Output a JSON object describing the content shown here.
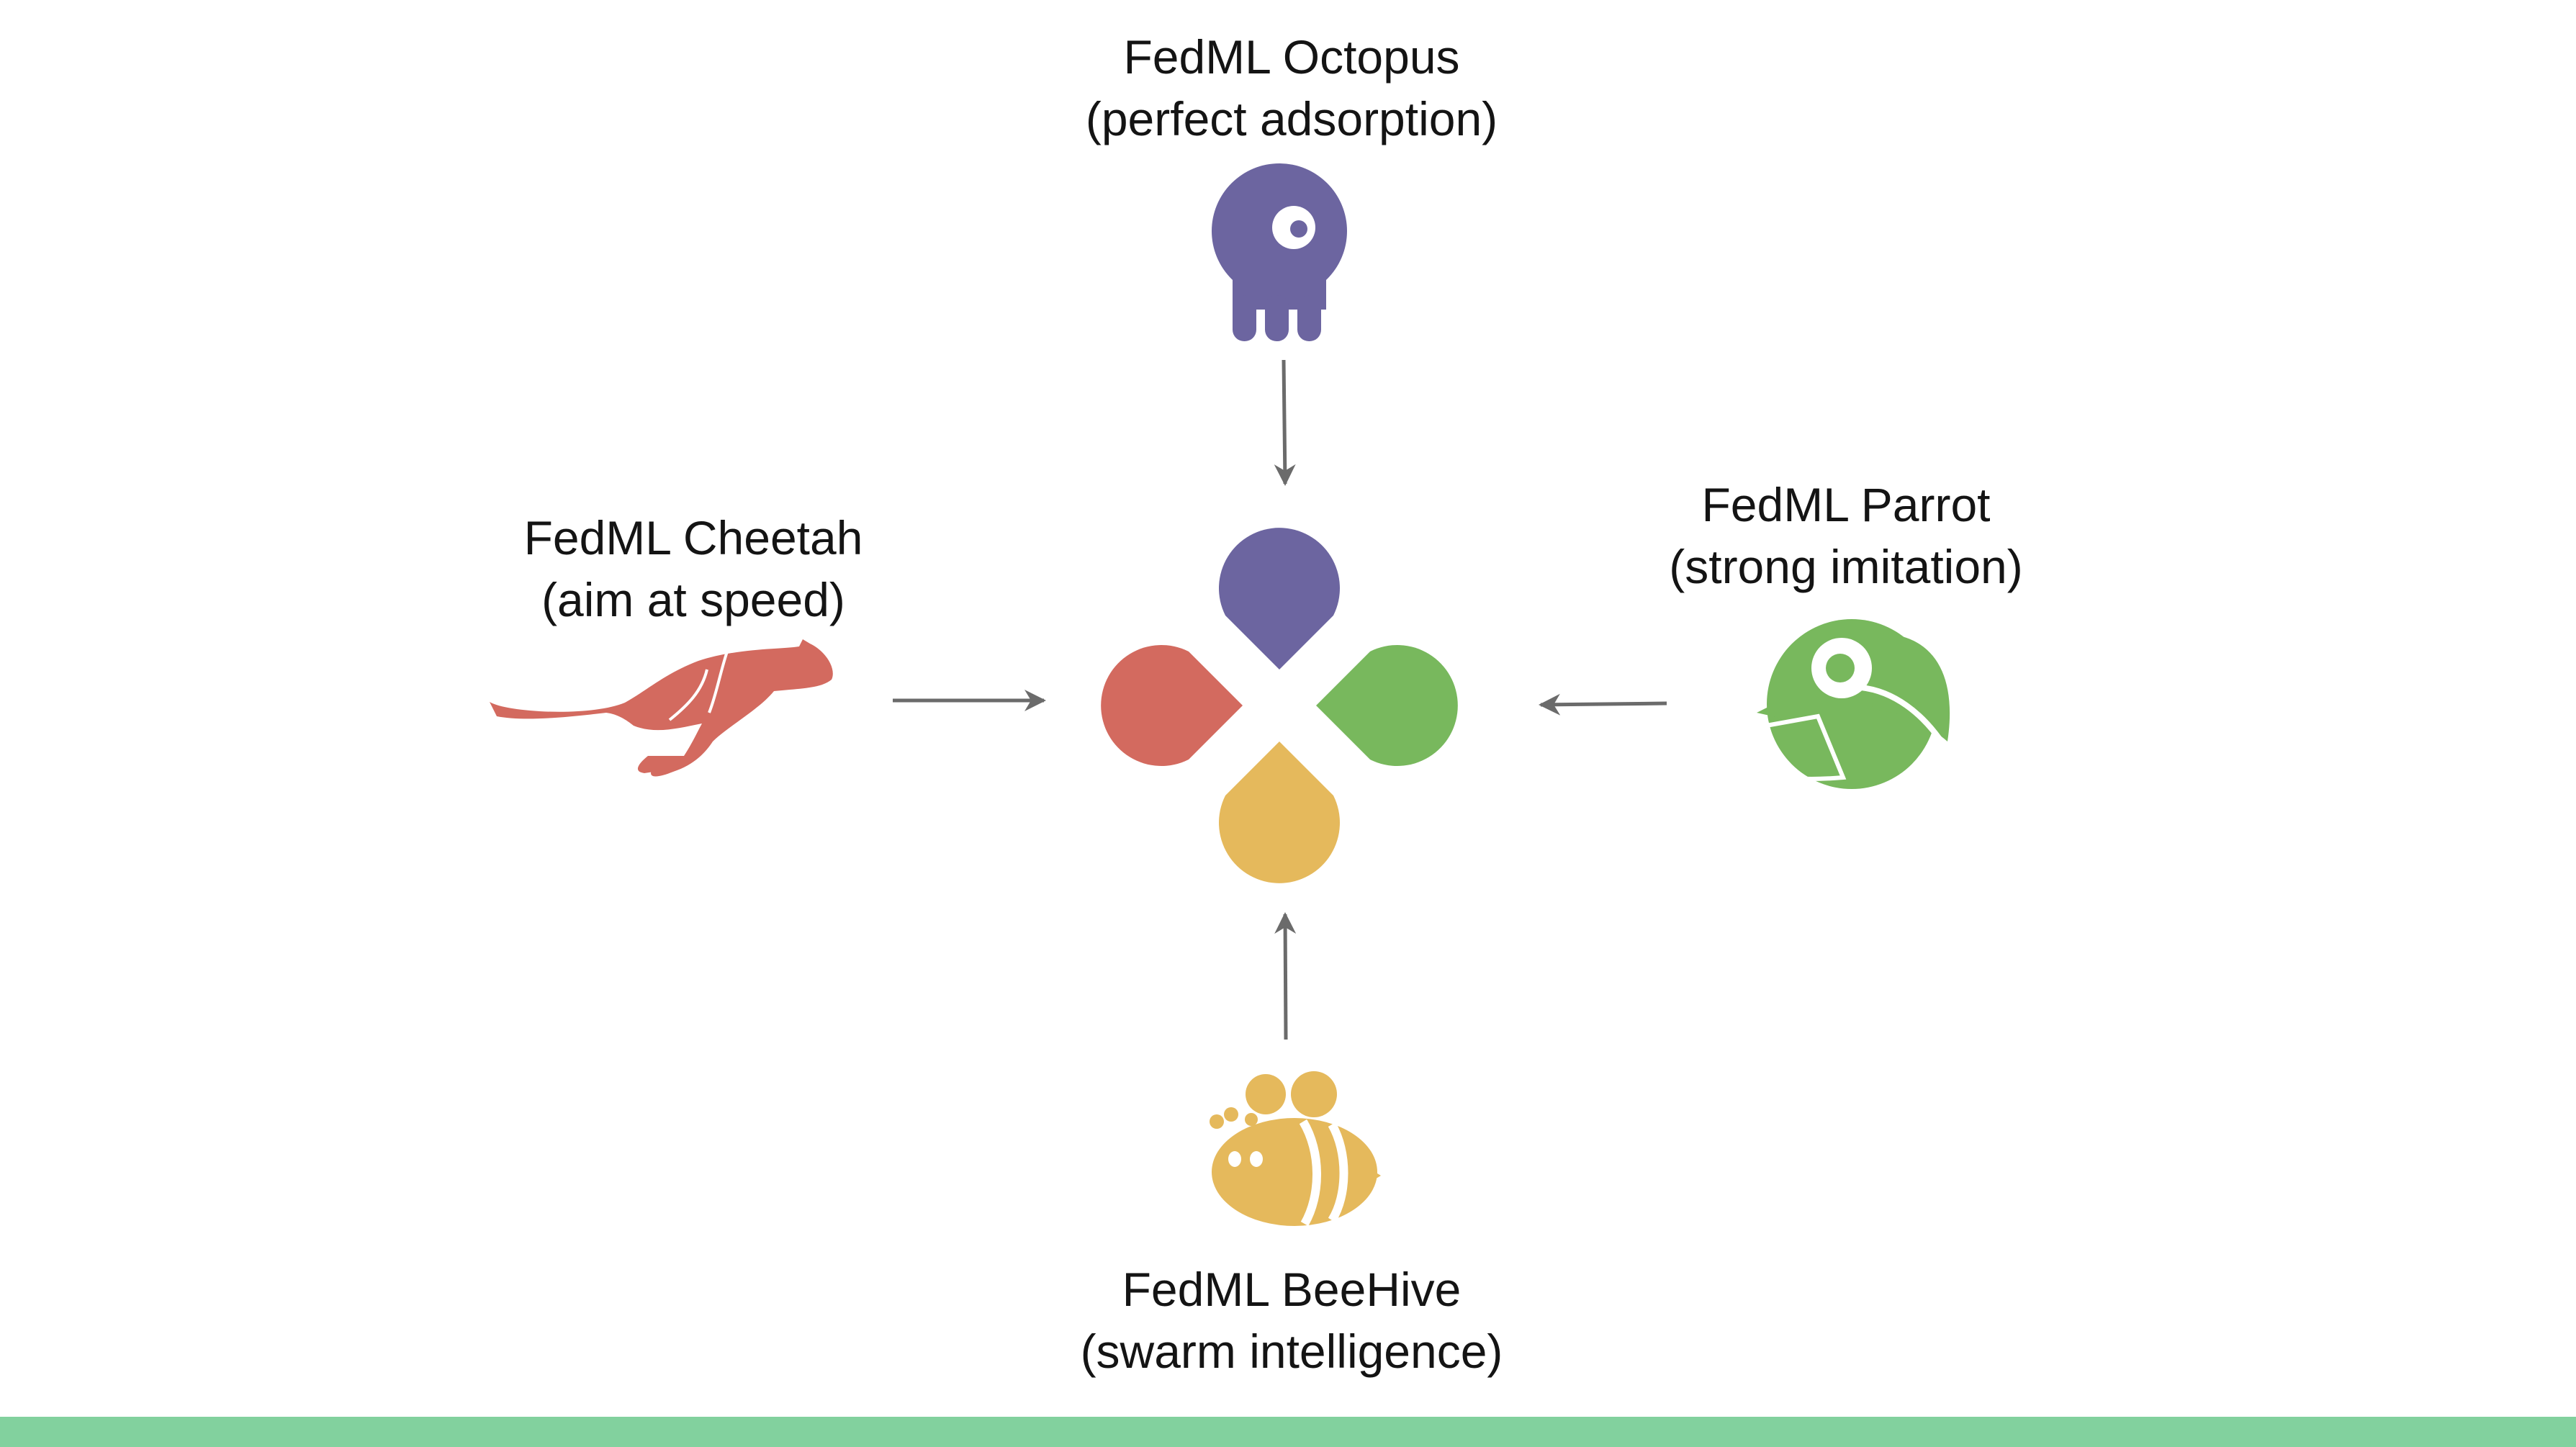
{
  "colors": {
    "octopus": "#6c65a0",
    "cheetah": "#d36a5f",
    "parrot": "#78b85d",
    "beehive": "#e5b95c",
    "arrow": "#6b6b6b",
    "bar": "#82d19e"
  },
  "nodes": {
    "octopus": {
      "title": "FedML Octopus",
      "subtitle": "(perfect adsorption)",
      "icon": "octopus-icon"
    },
    "cheetah": {
      "title": "FedML Cheetah",
      "subtitle": "(aim at speed)",
      "icon": "cheetah-icon"
    },
    "parrot": {
      "title": "FedML Parrot",
      "subtitle": "(strong imitation)",
      "icon": "parrot-icon"
    },
    "beehive": {
      "title": "FedML BeeHive",
      "subtitle": "(swarm intelligence)",
      "icon": "bee-icon"
    }
  },
  "center": {
    "icon": "fedml-logo-icon"
  }
}
